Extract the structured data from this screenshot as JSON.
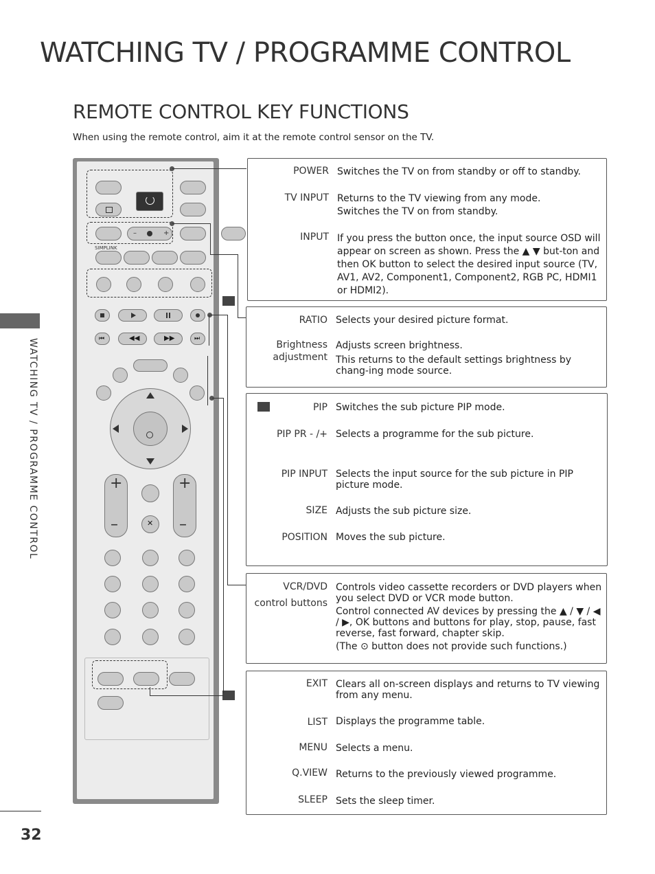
{
  "page": {
    "main_title": "WATCHING TV / PROGRAMME CONTROL",
    "section_title": "REMOTE CONTROL KEY FUNCTIONS",
    "intro": "When using the remote control, aim it at the remote control sensor on the TV.",
    "side_label": "WATCHING TV / PROGRAMME CONTROL",
    "page_number": "32"
  },
  "panel1": {
    "power": {
      "key": "POWER",
      "desc": "Switches the TV on from standby or off to standby."
    },
    "tv_input": {
      "key": "TV INPUT",
      "desc1": "Returns to the TV viewing from any mode.",
      "desc2": "Switches the TV on from standby."
    },
    "input": {
      "key": "INPUT",
      "desc": "If you press the button once, the input source OSD will appear on screen as shown. Press the ▲ ▼ but-ton and then OK button to select the desired input source (TV, AV1, AV2, Component1, Component2, RGB PC, HDMI1 or HDMI2)."
    }
  },
  "panel2": {
    "ratio": {
      "key": "RATIO",
      "desc": "Selects your desired picture format."
    },
    "brightness": {
      "key1": "Brightness",
      "key2": "adjustment",
      "desc1": "Adjusts screen brightness.",
      "desc2": "This returns to the default settings brightness by chang-ing mode source."
    }
  },
  "panel3": {
    "pip": {
      "key": "PIP",
      "desc": "Switches the sub picture PIP mode."
    },
    "pip_pr": {
      "key": "PIP PR - /+",
      "desc": "Selects a programme for the sub picture."
    },
    "pip_input": {
      "key": "PIP INPUT",
      "desc": "Selects the input source for the sub picture in PIP picture mode."
    },
    "size": {
      "key": "SIZE",
      "desc": "Adjusts the sub picture size."
    },
    "position": {
      "key": "POSITION",
      "desc": "Moves the sub picture."
    }
  },
  "panel4": {
    "vcr": {
      "key1": "VCR/DVD",
      "key2": "control buttons",
      "desc1": "Controls video cassette recorders or DVD players when you select DVD or VCR mode button.",
      "desc2": "Control connected AV devices by pressing the ▲ / ▼ / ◀ / ▶, OK buttons and buttons for play, stop, pause, fast reverse, fast forward, chapter skip.",
      "desc3": "(The ⊙ button does not provide such functions.)"
    }
  },
  "panel5": {
    "exit": {
      "key": "EXIT",
      "desc": "Clears all on-screen displays and returns to TV viewing from any menu."
    },
    "list": {
      "key": "LIST",
      "desc": "Displays the programme table."
    },
    "menu": {
      "key": "MENU",
      "desc": "Selects a menu."
    },
    "qview": {
      "key": "Q.VIEW",
      "desc": "Returns to the previously viewed programme."
    },
    "sleep": {
      "key": "SLEEP",
      "desc": "Sets the sleep timer."
    }
  },
  "remote": {
    "simplink_label": "SIMPLINK",
    "minus": "–",
    "plus": "+"
  },
  "colors": {
    "marker": "#444444",
    "remote_frame": "#8a8a8a"
  }
}
